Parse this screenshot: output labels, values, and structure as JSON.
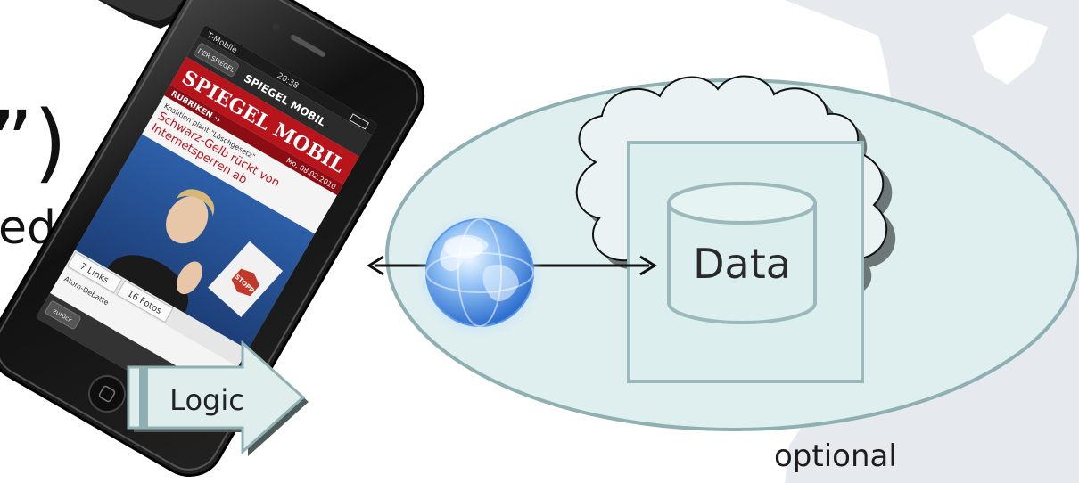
{
  "slide": {
    "fragment_quote": "”)",
    "fragment_ed": "ed",
    "optional_label": "optional"
  },
  "diagram": {
    "data_label": "Data",
    "logic_label": "Logic"
  },
  "phone": {
    "carrier": "T-Mobile",
    "time": "20:38",
    "nav_left": "DER SPIEGEL",
    "nav_title": "SPIEGEL MOBIL",
    "logo": "SPIEGEL MOBIL",
    "rubriken": "RUBRIKEN ››",
    "date": "Mo, 08.02.2010",
    "kicker": "Koalition plant \"Löschgesetz\"",
    "headline_1": "Schwarz-Gelb rückt von",
    "headline_2": "Internetsperren ab",
    "links": "7 Links",
    "fotos": "16 Fotos",
    "sub_kicker": "Atom-Debatte",
    "back": "zurück",
    "stopp": "STOPP"
  },
  "colors": {
    "ellipse_fill": "#dfeff0",
    "ellipse_stroke": "#8fb0b2",
    "cloud_fill": "#eaf2f3",
    "box_fill": "#dceeee",
    "box_stroke": "#9bb9ba",
    "arrow_fill": "#dfeeed",
    "spiegel_red": "#b8141c",
    "map_gray": "#e7ebef"
  }
}
